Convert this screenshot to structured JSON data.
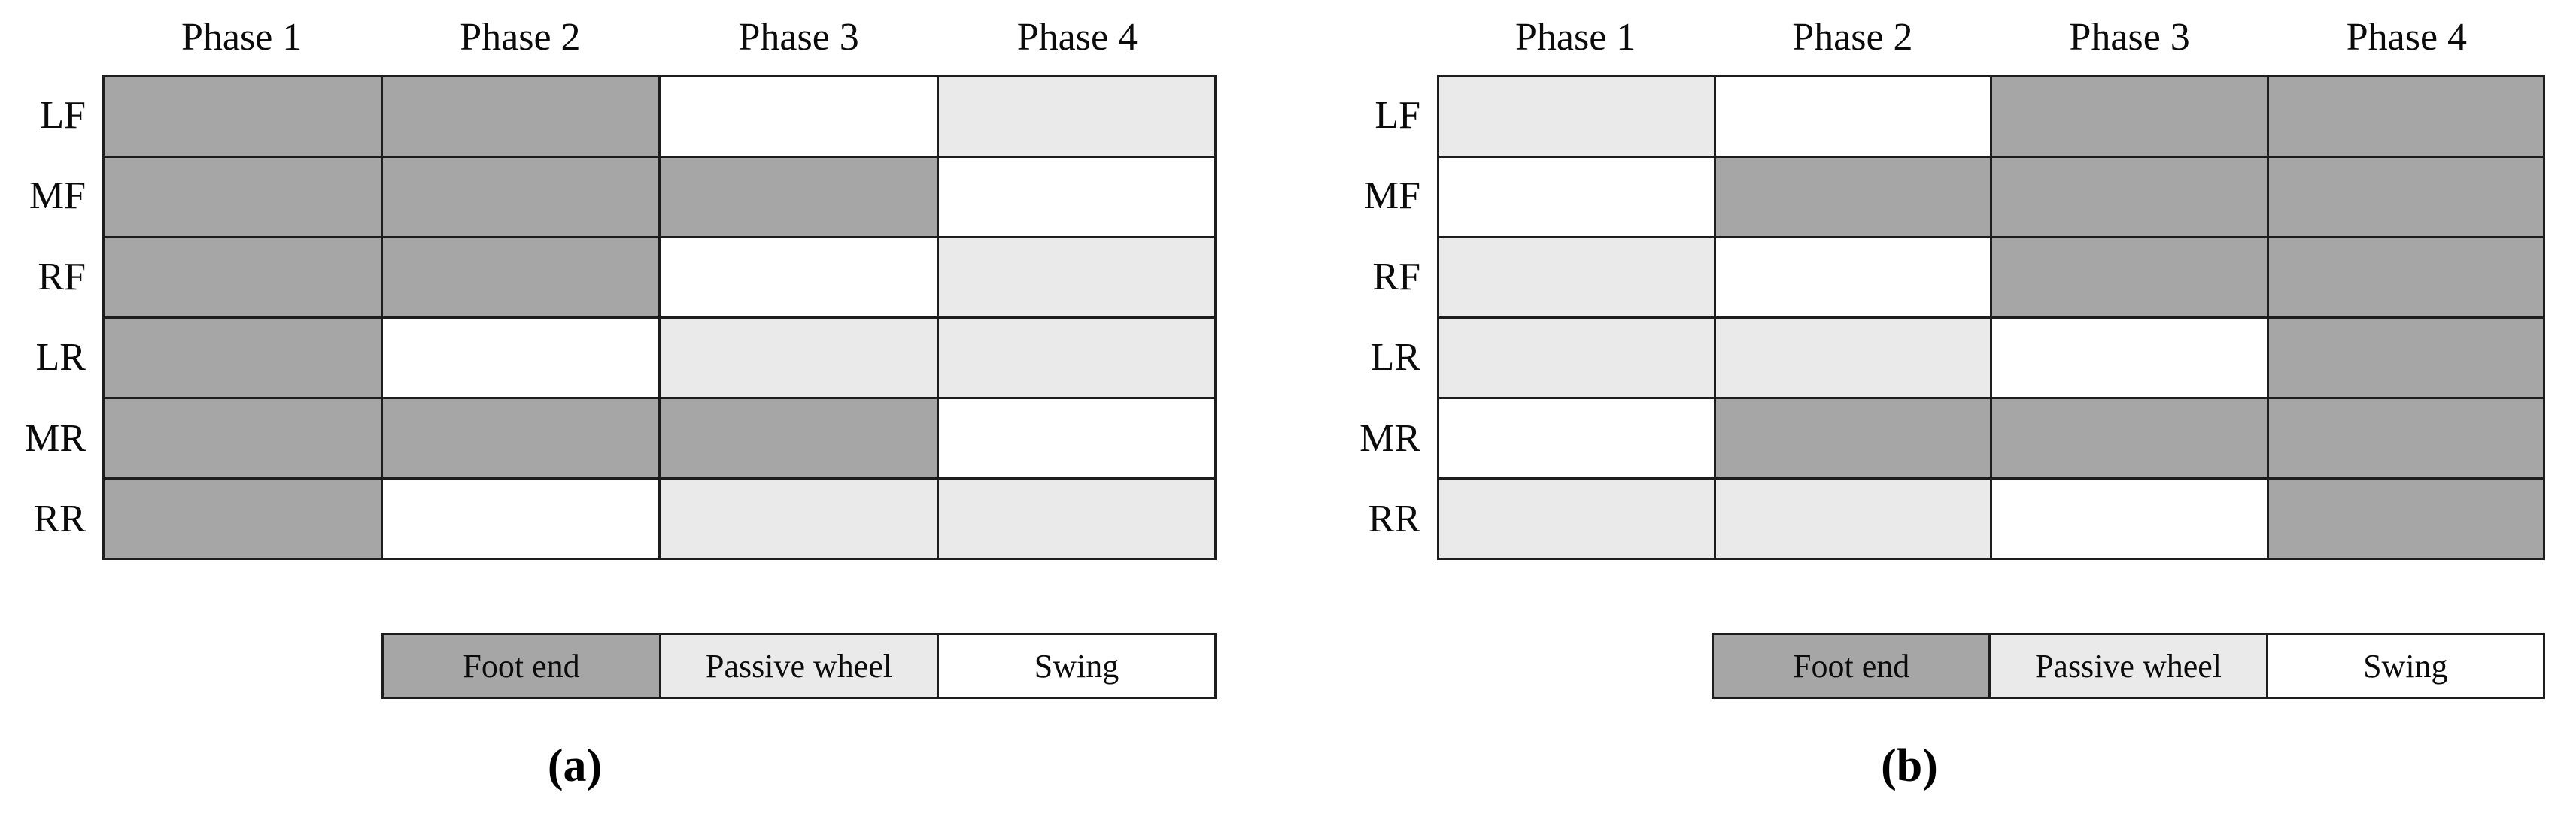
{
  "colors": {
    "foot_end": "#a6a6a6",
    "passive_wheel": "#eaeaea",
    "swing": "#ffffff",
    "border": "#1d1d1d",
    "text": "#0b0b0b"
  },
  "column_headers": [
    "Phase 1",
    "Phase 2",
    "Phase 3",
    "Phase 4"
  ],
  "row_labels": [
    "LF",
    "MF",
    "RF",
    "LR",
    "MR",
    "RR"
  ],
  "legend": {
    "items": [
      {
        "label": "Foot end",
        "state": "dark"
      },
      {
        "label": "Passive wheel",
        "state": "light"
      },
      {
        "label": "Swing",
        "state": "white"
      }
    ]
  },
  "panels": [
    {
      "caption": "(a)",
      "column_headers": [
        "Phase 1",
        "Phase 2",
        "Phase 3",
        "Phase 4"
      ],
      "row_labels": [
        "LF",
        "MF",
        "RF",
        "LR",
        "MR",
        "RR"
      ],
      "matrix": [
        [
          "dark",
          "dark",
          "white",
          "light"
        ],
        [
          "dark",
          "dark",
          "dark",
          "white"
        ],
        [
          "dark",
          "dark",
          "white",
          "light"
        ],
        [
          "dark",
          "white",
          "light",
          "light"
        ],
        [
          "dark",
          "dark",
          "dark",
          "white"
        ],
        [
          "dark",
          "white",
          "light",
          "light"
        ]
      ]
    },
    {
      "caption": "(b)",
      "column_headers": [
        "Phase 1",
        "Phase 2",
        "Phase 3",
        "Phase 4"
      ],
      "row_labels": [
        "LF",
        "MF",
        "RF",
        "LR",
        "MR",
        "RR"
      ],
      "matrix": [
        [
          "light",
          "white",
          "dark",
          "dark"
        ],
        [
          "white",
          "dark",
          "dark",
          "dark"
        ],
        [
          "light",
          "white",
          "dark",
          "dark"
        ],
        [
          "light",
          "light",
          "white",
          "dark"
        ],
        [
          "white",
          "dark",
          "dark",
          "dark"
        ],
        [
          "light",
          "light",
          "white",
          "dark"
        ]
      ]
    }
  ],
  "chart_data": {
    "type": "table",
    "title": "",
    "xlabel": "",
    "ylabel": "",
    "categories": [
      "Phase 1",
      "Phase 2",
      "Phase 3",
      "Phase 4"
    ],
    "rows": [
      "LF",
      "MF",
      "RF",
      "LR",
      "MR",
      "RR"
    ],
    "state_legend": {
      "dark": "Foot end",
      "light": "Passive wheel",
      "white": "Swing"
    },
    "subfigures": [
      {
        "name": "(a)",
        "cells": [
          [
            "Foot end",
            "Foot end",
            "Swing",
            "Passive wheel"
          ],
          [
            "Foot end",
            "Foot end",
            "Foot end",
            "Swing"
          ],
          [
            "Foot end",
            "Foot end",
            "Swing",
            "Passive wheel"
          ],
          [
            "Foot end",
            "Swing",
            "Passive wheel",
            "Passive wheel"
          ],
          [
            "Foot end",
            "Foot end",
            "Foot end",
            "Swing"
          ],
          [
            "Foot end",
            "Swing",
            "Passive wheel",
            "Passive wheel"
          ]
        ]
      },
      {
        "name": "(b)",
        "cells": [
          [
            "Passive wheel",
            "Swing",
            "Foot end",
            "Foot end"
          ],
          [
            "Swing",
            "Foot end",
            "Foot end",
            "Foot end"
          ],
          [
            "Passive wheel",
            "Swing",
            "Foot end",
            "Foot end"
          ],
          [
            "Passive wheel",
            "Passive wheel",
            "Swing",
            "Foot end"
          ],
          [
            "Swing",
            "Foot end",
            "Foot end",
            "Foot end"
          ],
          [
            "Passive wheel",
            "Passive wheel",
            "Swing",
            "Foot end"
          ]
        ]
      }
    ]
  }
}
